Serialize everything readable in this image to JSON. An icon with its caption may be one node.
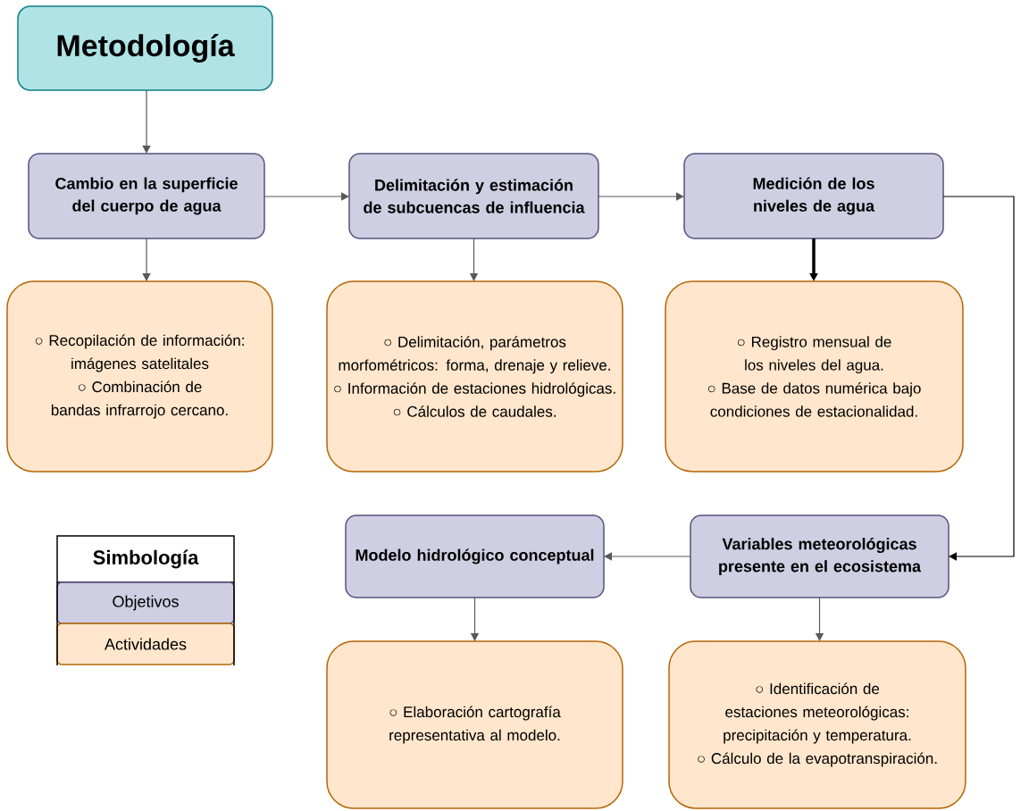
{
  "diagram": {
    "nodes": [
      {
        "text": [
          "Metodología"
        ]
      },
      {
        "text": [
          "Cambio en la superficie del cuerpo de agua"
        ]
      },
      {
        "text": [
          "Delimitación y estimación de subcuencas de influencia"
        ]
      },
      {
        "text": [
          "Medición de los niveles de agua"
        ]
      },
      {
        "text": [
          "○ Recopilación de información: imágenes satelitales",
          "○ Combinación de bandas infrarrojo cercano."
        ]
      },
      {
        "text": [
          "○ Delimitación, parámetros morfométricos: forma, drenaje y relieve.",
          "○ Información de estaciones hidrológicas.",
          "○ Cálculos de caudales."
        ]
      },
      {
        "text": [
          "○ Registro mensual de los niveles del agua.",
          "○ Base de datos numérica bajo condiciones de estacionalidad."
        ]
      },
      {
        "text": [
          "Modelo hidrológico conceptual"
        ]
      },
      {
        "text": [
          "Variables meteorológicas presente en el ecosistema"
        ]
      },
      {
        "text": [
          "○ Elaboración cartografía representativa al modelo."
        ]
      },
      {
        "text": [
          "○ Identificación de estaciones meteorológicas: precipitación y temperatura.",
          "○ Cálculo de la evapotranspiración."
        ]
      }
    ],
    "edges": [
      {
        "from": 0,
        "to": 1,
        "arrow": "to"
      },
      {
        "from": 1,
        "to": 2,
        "arrow": "to"
      },
      {
        "from": 2,
        "to": 3,
        "arrow": "to"
      },
      {
        "from": 1,
        "to": 4,
        "arrow": "to"
      },
      {
        "from": 2,
        "to": 5,
        "arrow": "to"
      },
      {
        "from": 3,
        "to": 6,
        "arrow": "to",
        "color": "#000000",
        "style": "thick"
      },
      {
        "from": 3,
        "to": 8,
        "arrow": "to",
        "color": "#000000"
      },
      {
        "from": 8,
        "to": 7,
        "arrow": "to"
      },
      {
        "from": 7,
        "to": 9,
        "arrow": "to"
      },
      {
        "from": 8,
        "to": 10,
        "arrow": "to"
      }
    ],
    "labels": [
      "Simbología"
    ],
    "legend": [
      {
        "text": "Objetivos",
        "color": "#d0cee2"
      },
      {
        "text": "Actividades",
        "color": "#ffe6cc"
      }
    ]
  }
}
